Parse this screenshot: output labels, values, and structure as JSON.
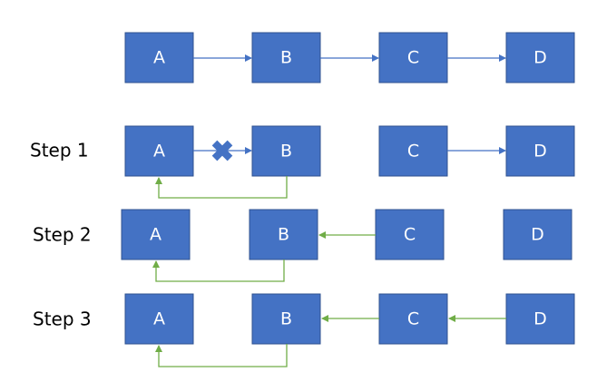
{
  "nodes": {
    "a": "A",
    "b": "B",
    "c": "C",
    "d": "D"
  },
  "steps": {
    "step1": "Step 1",
    "step2": "Step 2",
    "step3": "Step 3"
  },
  "colors": {
    "node_fill": "#4472c4",
    "node_border": "#2f528f",
    "original_link": "#4472c4",
    "reversed_link": "#70ad47",
    "removed_mark": "#4472c4"
  }
}
